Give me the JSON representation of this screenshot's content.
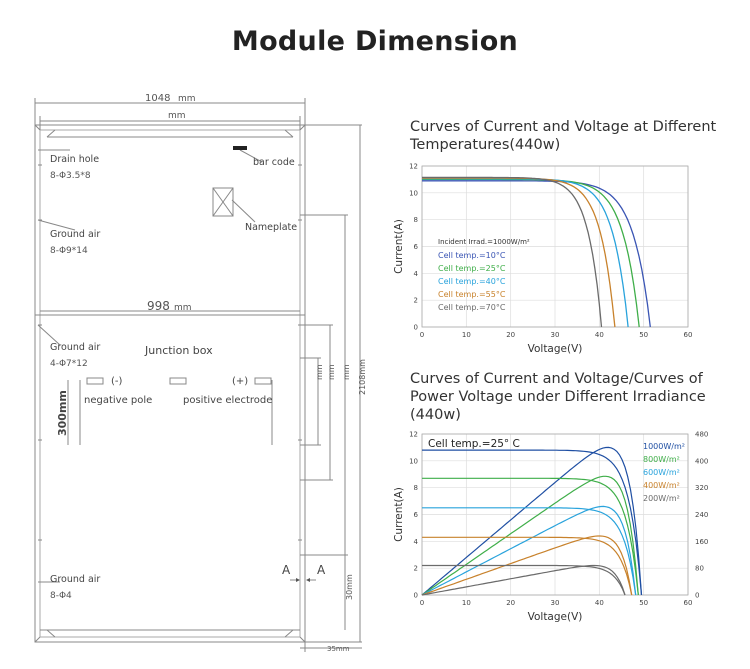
{
  "page": {
    "title": "Module Dimension"
  },
  "module_drawing": {
    "width_total": "1048",
    "width_total_unit": "mm",
    "width_inner_unit": "mm",
    "width_998": "998",
    "width_998_unit": "mm",
    "height_total": "2108mm",
    "height_mm_labels": [
      "mm",
      "mm",
      "mm"
    ],
    "height_30": "30mm",
    "frame_35": "35mm",
    "bottom_35": "35mm",
    "drain_hole": {
      "label": "Drain hole",
      "spec": "8-Φ3.5*8"
    },
    "ground_air_1": {
      "label": "Ground air",
      "spec": "8-Φ9*14"
    },
    "ground_air_2": {
      "label": "Ground air",
      "spec": "4-Φ7*12"
    },
    "ground_air_3": {
      "label": "Ground air",
      "spec": "8-Φ4"
    },
    "bar_code": "bar code",
    "nameplate": "Nameplate",
    "junction_box": "Junction box",
    "negative_symbol": "(-)",
    "positive_symbol": "(+)",
    "negative_pole": "negative pole",
    "positive_electrode": "positive electrode",
    "cable_length": "300mm",
    "section_label": "A"
  },
  "chart_data": [
    {
      "type": "line",
      "title": "Curves of Current and Voltage at Different Temperatures(440w)",
      "xlabel": "Voltage(V)",
      "ylabel": "Current(A)",
      "xlim": [
        0,
        60
      ],
      "ylim": [
        0,
        12
      ],
      "xticks": [
        0,
        10,
        20,
        30,
        40,
        50,
        60
      ],
      "yticks": [
        0,
        2,
        4,
        6,
        8,
        10,
        12
      ],
      "grid": true,
      "annotation": "Incident Irrad.=1000W/m²",
      "series": [
        {
          "name": "Cell temp.=10°C",
          "color": "#3a55b4",
          "isc": 10.9,
          "voc": 51.5,
          "knee_v": 42
        },
        {
          "name": "Cell temp.=25°C",
          "color": "#3fae49",
          "isc": 11.0,
          "voc": 49.0,
          "knee_v": 40
        },
        {
          "name": "Cell temp.=40°C",
          "color": "#29a3dc",
          "isc": 11.05,
          "voc": 46.5,
          "knee_v": 38
        },
        {
          "name": "Cell temp.=55°C",
          "color": "#c8822c",
          "isc": 11.1,
          "voc": 43.5,
          "knee_v": 35
        },
        {
          "name": "Cell temp.=70°C",
          "color": "#6b6b6b",
          "isc": 11.15,
          "voc": 40.5,
          "knee_v": 32
        }
      ]
    },
    {
      "type": "line",
      "title": "Curves of Current and Voltage/Curves of Power Voltage under Different Irradiance (440w)",
      "xlabel": "Voltage(V)",
      "ylabel": "Current(A)",
      "xlim": [
        0,
        60
      ],
      "ylim": [
        0,
        12
      ],
      "y2lim": [
        0,
        480
      ],
      "xticks": [
        0,
        10,
        20,
        30,
        40,
        50,
        60
      ],
      "yticks": [
        0,
        2,
        4,
        6,
        8,
        10,
        12
      ],
      "y2ticks": [
        0,
        80,
        160,
        240,
        320,
        400,
        480
      ],
      "grid": true,
      "annotation": "Cell temp.=25° C",
      "series": [
        {
          "name": "1000W/m²",
          "color": "#1f4fa3",
          "isc": 10.8,
          "voc": 49.5,
          "pmax": 440
        },
        {
          "name": "800W/m²",
          "color": "#3fae49",
          "isc": 8.7,
          "voc": 48.8,
          "pmax": 354
        },
        {
          "name": "600W/m²",
          "color": "#29a3dc",
          "isc": 6.5,
          "voc": 48.2,
          "pmax": 264
        },
        {
          "name": "400W/m²",
          "color": "#c8822c",
          "isc": 4.3,
          "voc": 47.3,
          "pmax": 176
        },
        {
          "name": "200W/m²",
          "color": "#6b6b6b",
          "isc": 2.2,
          "voc": 45.8,
          "pmax": 88
        }
      ]
    }
  ]
}
